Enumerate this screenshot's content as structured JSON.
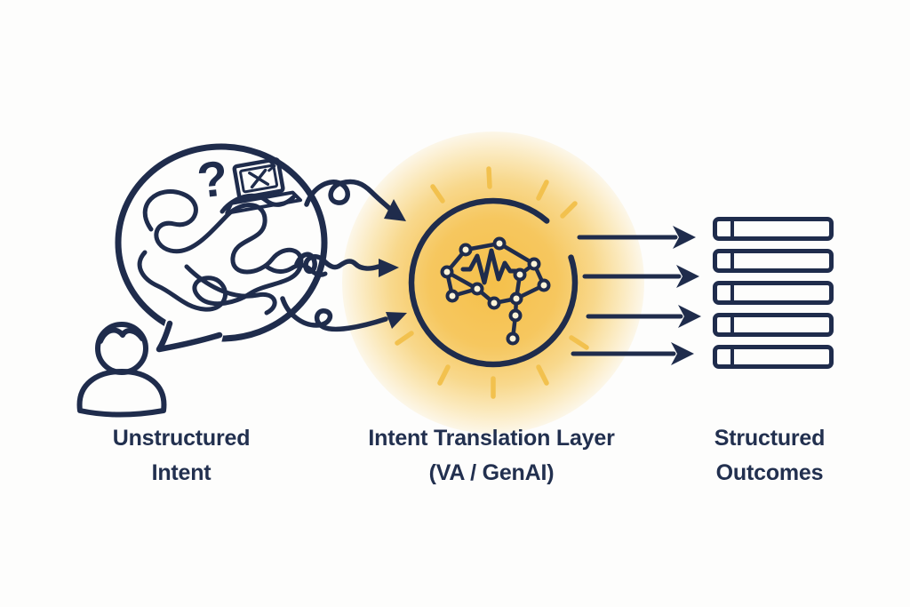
{
  "diagram": {
    "stages": [
      {
        "name": "unstructured-intent",
        "caption_line1": "Unstructured",
        "caption_line2": "Intent"
      },
      {
        "name": "intent-translation-layer",
        "caption_line1": "Intent Translation Layer",
        "caption_line2": "(VA / GenAI)"
      },
      {
        "name": "structured-outcomes",
        "caption_line1": "Structured",
        "caption_line2": "Outcomes"
      }
    ],
    "glyphs": {
      "question_mark": "?"
    },
    "counts": {
      "squiggle_arrows": 3,
      "straight_arrows": 4,
      "outcome_rows": 5
    },
    "colors": {
      "ink": "#1f2c4c",
      "text": "#22304f",
      "gold": "#f2c14e",
      "glow_core": "#f5c04a",
      "node_fill": "#fcf4d9",
      "background": "#fdfdfc"
    }
  }
}
